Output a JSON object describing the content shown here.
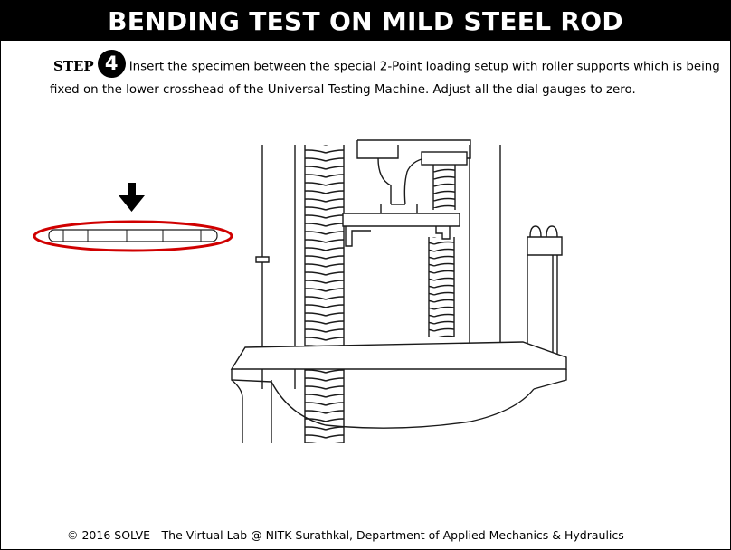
{
  "header": {
    "title": "BENDING TEST ON MILD STEEL ROD"
  },
  "step": {
    "label": "STEP",
    "number": "4",
    "text": "Insert the specimen between the special 2-Point loading setup with roller supports which is being fixed on the lower crosshead of the Universal Testing Machine. Adjust all the dial gauges to zero."
  },
  "footer": {
    "text": "© 2016 SOLVE - The Virtual Lab @ NITK Surathkal, Department of Applied Mechanics & Hydraulics"
  },
  "colors": {
    "title_bg": "#000000",
    "title_fg": "#ffffff",
    "highlight": "#d00000",
    "line": "#1a1a1a"
  },
  "icons": {
    "pointer": "arrow-down-icon"
  }
}
